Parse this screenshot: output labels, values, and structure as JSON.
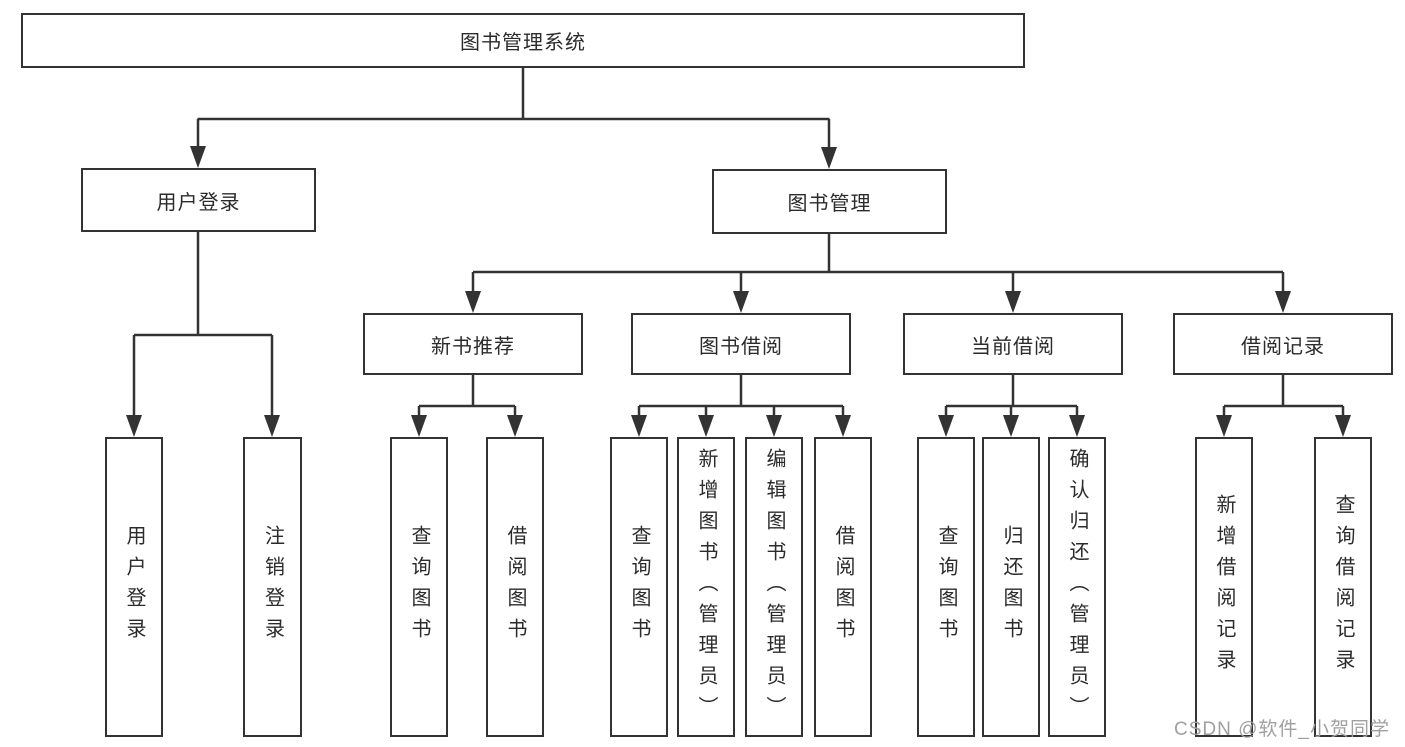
{
  "diagram": {
    "root": {
      "label": "图书管理系统"
    },
    "branches": [
      {
        "label": "用户登录",
        "children": [
          {
            "label": "用户登录"
          },
          {
            "label": "注销登录"
          }
        ]
      },
      {
        "label": "图书管理",
        "children": [
          {
            "label": "新书推荐",
            "children": [
              {
                "label": "查询图书"
              },
              {
                "label": "借阅图书"
              }
            ]
          },
          {
            "label": "图书借阅",
            "children": [
              {
                "label": "查询图书"
              },
              {
                "label": "新增图书（管理员）"
              },
              {
                "label": "编辑图书（管理员）"
              },
              {
                "label": "借阅图书"
              }
            ]
          },
          {
            "label": "当前借阅",
            "children": [
              {
                "label": "查询图书"
              },
              {
                "label": "归还图书"
              },
              {
                "label": "确认归还（管理员）"
              }
            ]
          },
          {
            "label": "借阅记录",
            "children": [
              {
                "label": "新增借阅记录"
              },
              {
                "label": "查询借阅记录"
              }
            ]
          }
        ]
      }
    ]
  },
  "watermark": {
    "text": "CSDN @软件_小贺同学"
  },
  "colors": {
    "line": "#333333",
    "text": "#2b2b2b",
    "watermark": "#a0a0a0",
    "background": "#ffffff"
  }
}
